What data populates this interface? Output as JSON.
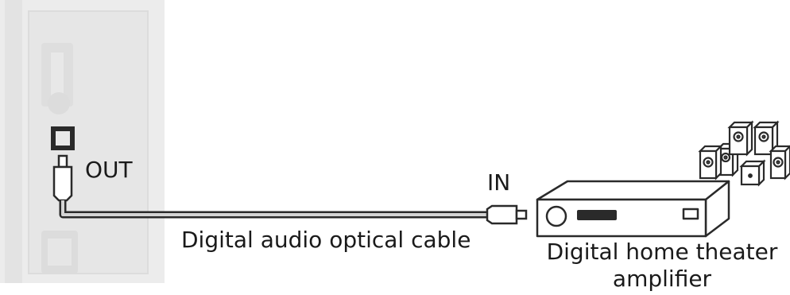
{
  "labels": {
    "out": "OUT",
    "in": "IN",
    "cable": "Digital audio optical cable",
    "amplifier": "Digital home theater amplifier"
  },
  "components": {
    "tv_panel": "tv-rear-panel",
    "port": "optical-out-port",
    "cable": "optical-cable",
    "amplifier": "home-theater-amplifier",
    "speakers": "speaker-set"
  },
  "colors": {
    "panel": "#ececec",
    "panel_detail": "#d8d8d8",
    "line": "#2a2a2a",
    "cable_fill": "#d4d4d4"
  }
}
